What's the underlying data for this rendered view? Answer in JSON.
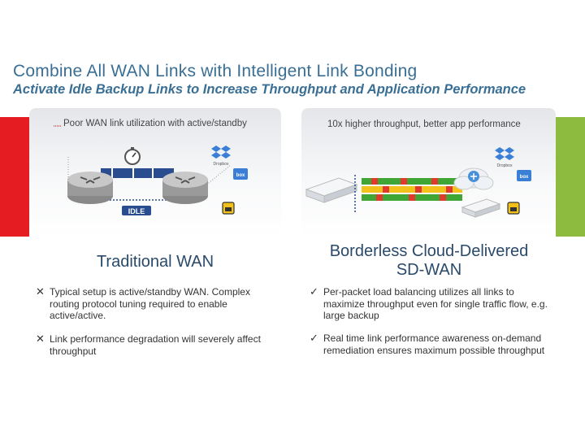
{
  "slide": {
    "title": "Combine All WAN Links with Intelligent Link Bonding",
    "subtitle": "Activate Idle Backup Links to Increase Throughput and Application Performance"
  },
  "left": {
    "caption": "Poor WAN link utilization with active/standby",
    "idle_label": "IDLE",
    "dropbox_label": "Dropbox",
    "box_label": "box",
    "heading": "Traditional WAN",
    "bullets": [
      {
        "mark": "✕",
        "text": "Typical setup is active/standby WAN. Complex routing protocol tuning required to enable active/active."
      },
      {
        "mark": "✕",
        "text": "Link performance degradation will severely affect throughput"
      }
    ]
  },
  "right": {
    "caption": "10x higher throughput, better app performance",
    "dropbox_label": "Dropbox",
    "box_label": "box",
    "heading_line1": "Borderless Cloud-Delivered",
    "heading_line2": "SD-WAN",
    "bullets": [
      {
        "mark": "✓",
        "text": "Per-packet load balancing utilizes all links to maximize throughput even for single traffic flow, e.g. large backup"
      },
      {
        "mark": "✓",
        "text": "Real time link performance awareness on-demand remediation ensures maximum possible throughput"
      }
    ]
  },
  "colors": {
    "title": "#3a6f95",
    "red_accent": "#e51d23",
    "green_accent": "#8dbb3f",
    "link_blue": "#2a4d8f",
    "traffic_green": "#3fa535",
    "traffic_red": "#e03a2e",
    "traffic_yellow": "#f2c21b"
  }
}
